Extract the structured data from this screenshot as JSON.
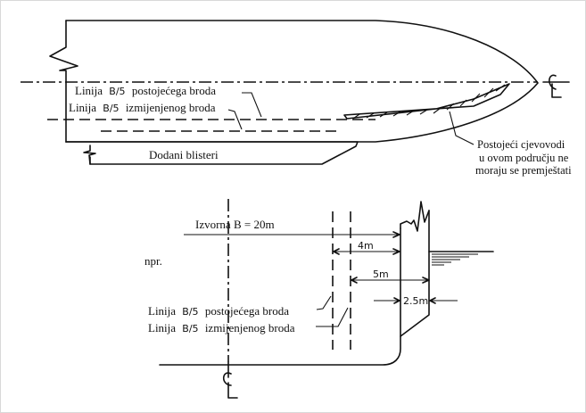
{
  "plan_view": {
    "label_existing_line_prefix": "Linija",
    "label_existing_line_code": "B/5",
    "label_existing_line_suffix": "postojećega broda",
    "label_modified_line_prefix": "Linija",
    "label_modified_line_code": "B/5",
    "label_modified_line_suffix": "izmijenjenog broda",
    "label_blisters": "Dodani blisteri",
    "pipes_note": [
      "Postojeći cjevovodi",
      "u ovom području ne",
      "moraju se premještati"
    ],
    "centerline_symbol": "CL"
  },
  "section_view": {
    "original_breadth": "Izvorna B = 20m",
    "example_label": "npr.",
    "dim_4m": "4m",
    "dim_5m": "5m",
    "dim_2_5m": "2.5m",
    "label_existing_line_prefix": "Linija",
    "label_existing_line_code": "B/5",
    "label_existing_line_suffix": "postojećega broda",
    "label_modified_line_prefix": "Linija",
    "label_modified_line_code": "B/5",
    "label_modified_line_suffix": "izmijenjenog broda",
    "centerline_symbol": "CL"
  }
}
